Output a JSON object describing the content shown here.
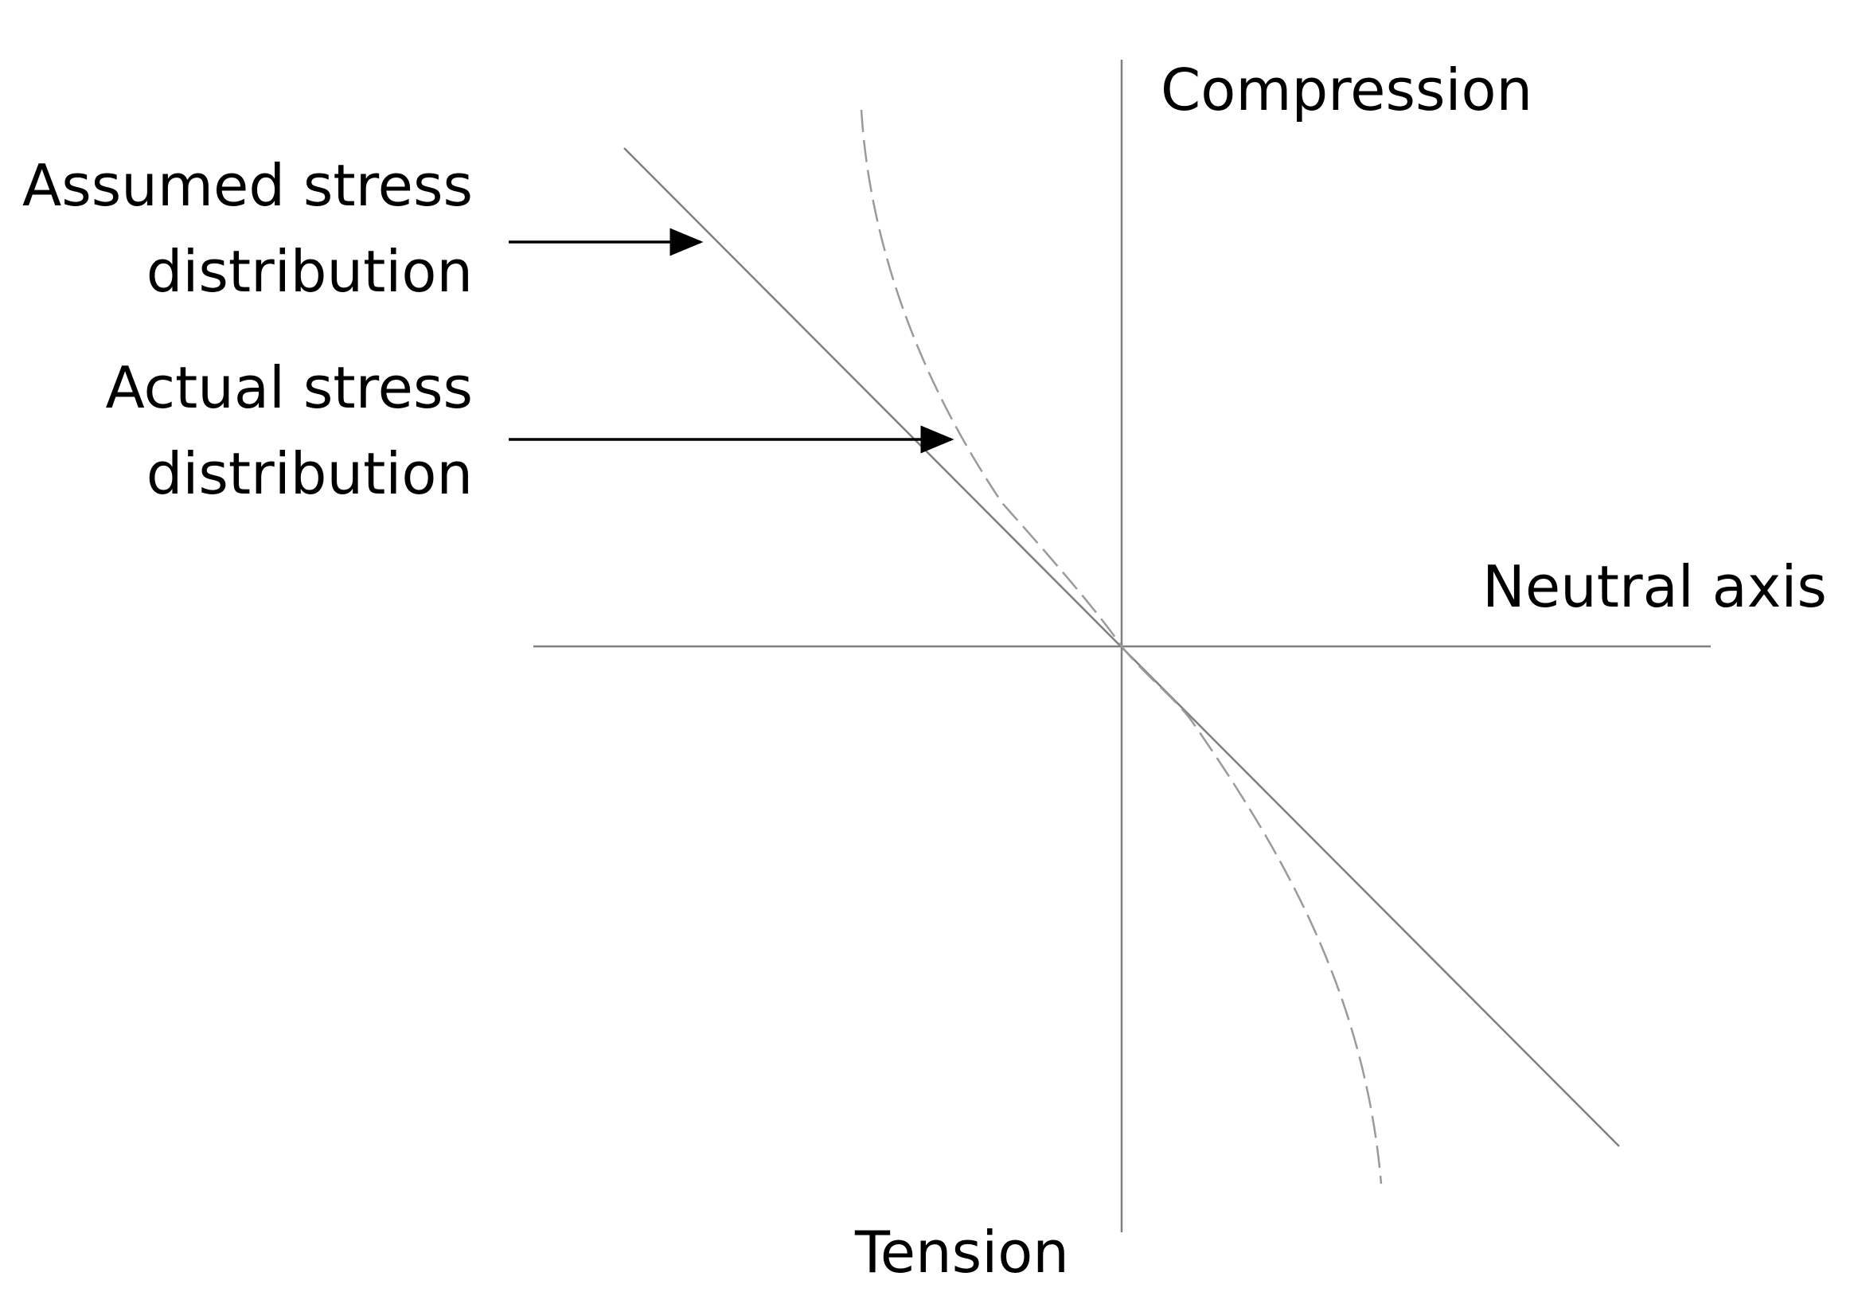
{
  "diagram": {
    "labels": {
      "compression": "Compression",
      "tension": "Tension",
      "neutral_axis": "Neutral axis",
      "assumed_line1": "Assumed stress",
      "assumed_line2": "distribution",
      "actual_line1": "Actual stress",
      "actual_line2": "distribution"
    },
    "colors": {
      "axis": "#7f7f7f",
      "assumed_line": "#7f7f7f",
      "actual_curve": "#9a9a9a",
      "arrow": "#000000",
      "text": "#000000"
    }
  }
}
